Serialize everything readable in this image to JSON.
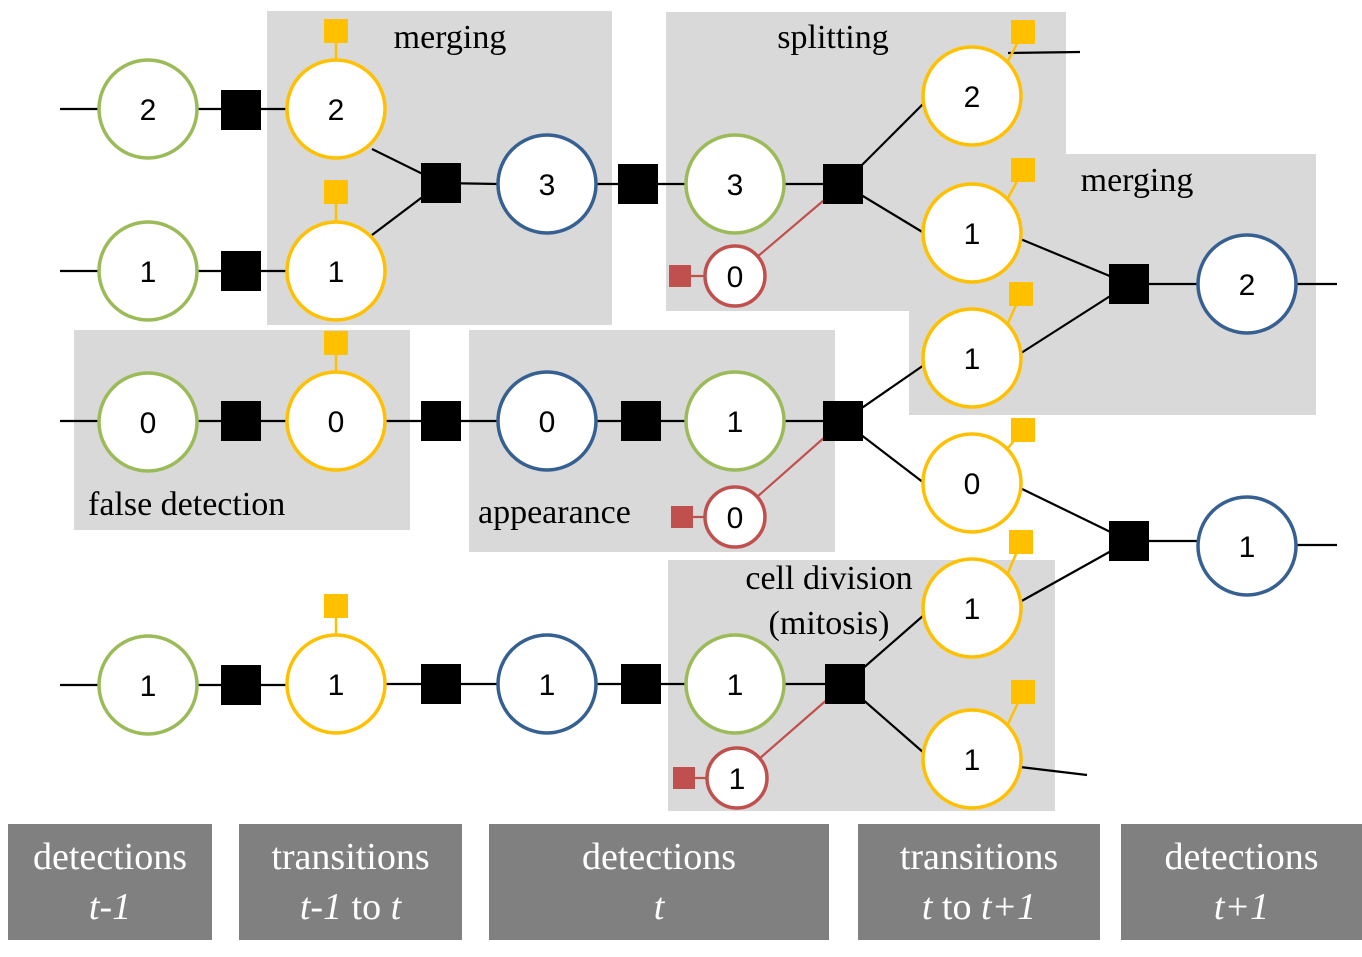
{
  "colors": {
    "region_bg": "#d9d9d9",
    "detection_t_minus_1": "#9bbb59",
    "transition_node": "#ffc000",
    "detection_t": "#376092",
    "appearance_node": "#c0504d",
    "factor": "#000000",
    "footer_bg": "#808080",
    "footer_text": "#ffffff"
  },
  "regions": {
    "merging_1": "merging",
    "splitting": "splitting",
    "merging_2": "merging",
    "false_detection": "false detection",
    "appearance": "appearance",
    "cell_division_line1": "cell division",
    "cell_division_line2": "(mitosis)"
  },
  "nodes": {
    "r1_det_prev": "2",
    "r1_trans": "2",
    "r1_det_t": "3",
    "r2_det_prev": "1",
    "r2_trans": "1",
    "split_det_t": "3",
    "split_app": "0",
    "split_out_a": "2",
    "split_out_b": "1",
    "merge2_in_a": "1",
    "merge2_det_next": "2",
    "r3_det_prev": "0",
    "r3_trans": "0",
    "r3_det_t": "0",
    "r3_trans_next": "1",
    "r3_app": "0",
    "merge3_in_a": "0",
    "merge3_in_b": "1",
    "merge3_det_next": "1",
    "r4_det_prev": "1",
    "r4_trans": "1",
    "r4_det_t": "1",
    "r4_trans_next": "1",
    "r4_app": "1",
    "r4_out": "1"
  },
  "footer": [
    {
      "line1": "detections",
      "line2_parts": [
        {
          "text": "t-1",
          "italic": true
        }
      ]
    },
    {
      "line1": "transitions",
      "line2_parts": [
        {
          "text": "t-1",
          "italic": true
        },
        {
          "text": " to ",
          "italic": false
        },
        {
          "text": "t",
          "italic": true
        }
      ]
    },
    {
      "line1": "detections",
      "line2_parts": [
        {
          "text": "t",
          "italic": true
        }
      ]
    },
    {
      "line1": "transitions",
      "line2_parts": [
        {
          "text": "t",
          "italic": true
        },
        {
          "text": " to ",
          "italic": false
        },
        {
          "text": "t+1",
          "italic": true
        }
      ]
    },
    {
      "line1": "detections",
      "line2_parts": [
        {
          "text": "t+1",
          "italic": true
        }
      ]
    }
  ]
}
